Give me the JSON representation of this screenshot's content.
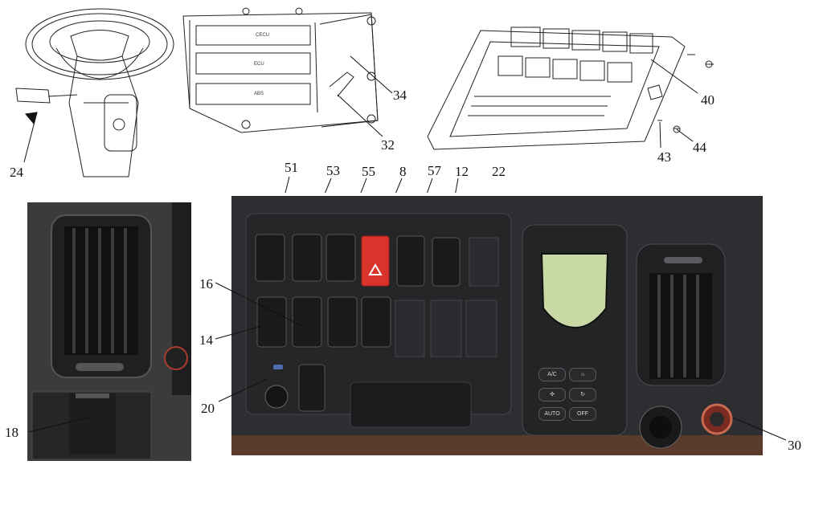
{
  "callouts": {
    "c24": "24",
    "c34": "34",
    "c32": "32",
    "c40": "40",
    "c43": "43",
    "c44": "44",
    "c51": "51",
    "c53": "53",
    "c55": "55",
    "c8": "8",
    "c57": "57",
    "c12": "12",
    "c22": "22",
    "c16": "16",
    "c14": "14",
    "c20": "20",
    "c18": "18",
    "c30": "30"
  },
  "ecu_box": {
    "label_top": "CECU",
    "label_mid": "ECU",
    "label_bot": "ABS"
  },
  "ac_panel": {
    "btn_ac": "A/C",
    "btn_auto": "AUTO",
    "btn_off": "OFF"
  },
  "colors": {
    "hazard": "#d9342b",
    "lcd": "#c9d9a6",
    "panel": "#2d2e31"
  }
}
